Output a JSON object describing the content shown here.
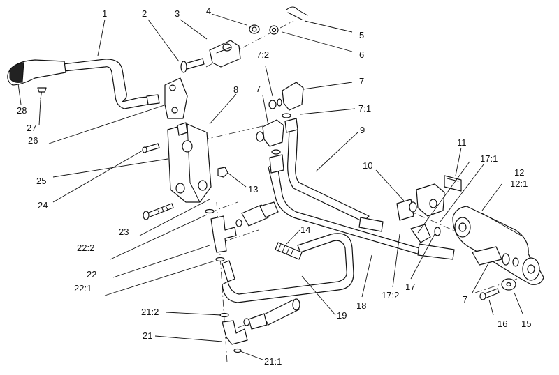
{
  "callouts": {
    "c1": "1",
    "c2": "2",
    "c3": "3",
    "c4": "4",
    "c5": "5",
    "c6": "6",
    "c7_top": "7",
    "c7_2": "7:2",
    "c7_mid": "7",
    "c7_1": "7:1",
    "c8": "8",
    "c9": "9",
    "c10": "10",
    "c11": "11",
    "c12": "12",
    "c12_1": "12:1",
    "c13": "13",
    "c14": "14",
    "c17_1": "17:1",
    "c17": "17",
    "c17_2": "17:2",
    "c18": "18",
    "c19": "19",
    "c7_bot": "7",
    "c15": "15",
    "c16": "16",
    "c21_2": "21:2",
    "c21": "21",
    "c21_1": "21:1",
    "c22_1": "22:1",
    "c22": "22",
    "c22_2": "22:2",
    "c23": "23",
    "c24": "24",
    "c25": "25",
    "c26": "26",
    "c27": "27",
    "c28": "28"
  }
}
